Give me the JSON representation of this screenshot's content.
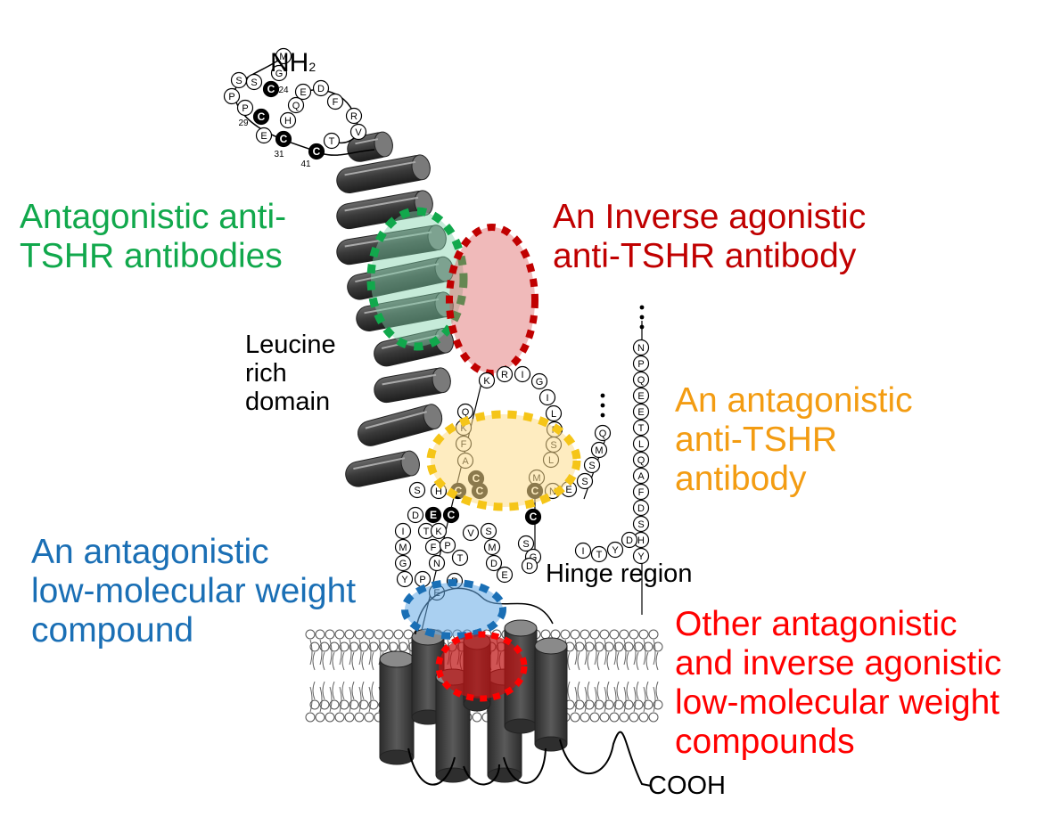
{
  "labels": {
    "nh2": "NH",
    "nh2_sub": "2",
    "antagonistic_antibodies": "Antagonistic anti-\nTSHR antibodies",
    "inverse_agonistic_antibody": "An Inverse agonistic\nanti-TSHR antibody",
    "leucine_rich_domain": "Leucine\nrich\ndomain",
    "antagonistic_antibody": "An antagonistic\nanti-TSHR\nantibody",
    "low_mw_compound": "An antagonistic\nlow-molecular weight\ncompound",
    "other_compounds": "Other antagonistic\nand inverse agonistic\nlow-molecular weight\ncompounds",
    "hinge_region": "Hinge region",
    "cooh": "COOH"
  },
  "colors": {
    "green": "#11a84c",
    "dark_red": "#c00000",
    "orange": "#f39c12",
    "blue": "#1a6fb5",
    "red": "#ff0000",
    "yellow_dots": "#f5c518",
    "black": "#000000"
  },
  "residues": {
    "nterm_loop": [
      "M",
      "G",
      "S",
      "S",
      "C",
      "E",
      "D",
      "P",
      "Q",
      "F",
      "P",
      "C",
      "H",
      "R",
      "E",
      "C",
      "V",
      "C",
      "T"
    ],
    "cys_numbers": [
      "24",
      "29",
      "31",
      "41"
    ],
    "hinge_top": [
      "K",
      "R",
      "I",
      "G"
    ],
    "hinge_left": [
      "Q",
      "K",
      "F",
      "A",
      "C",
      "C",
      "C",
      "C"
    ],
    "hinge_right": [
      "I",
      "L",
      "F",
      "S",
      "L",
      "M",
      "C",
      "N",
      "E"
    ],
    "right_strand": [
      "N",
      "P",
      "Q",
      "E",
      "E",
      "T",
      "L",
      "Q",
      "A",
      "F",
      "D",
      "S",
      "H",
      "Y",
      "D",
      "Y",
      "T",
      "I"
    ],
    "middle_strand": [
      "Q",
      "M",
      "S",
      "S"
    ],
    "left_strand": [
      "S",
      "H",
      "D",
      "E",
      "I",
      "M",
      "G",
      "Y",
      "T",
      "F",
      "N",
      "P",
      "E",
      "D",
      "K",
      "P",
      "T",
      "V",
      "S",
      "M",
      "D",
      "E",
      "S",
      "G",
      "D"
    ]
  }
}
